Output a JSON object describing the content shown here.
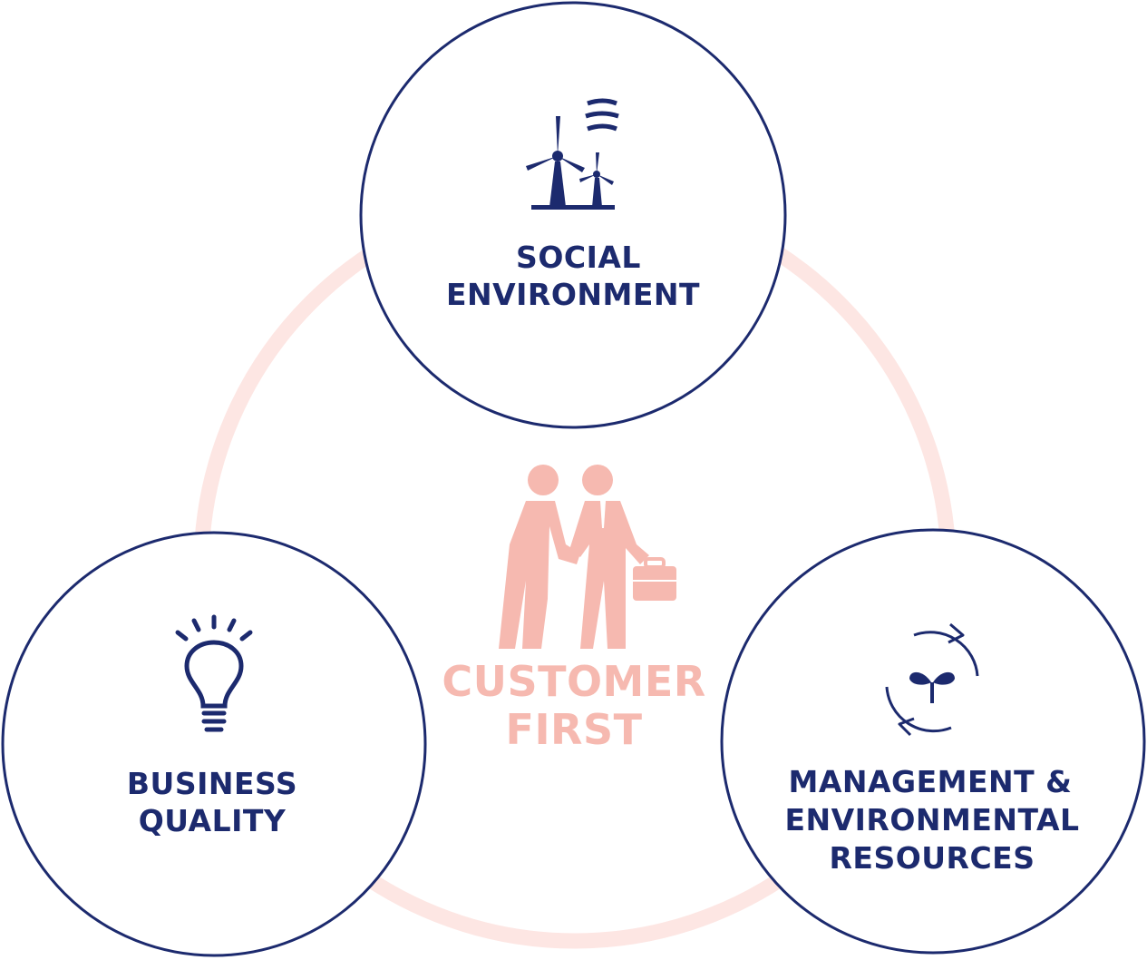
{
  "center": {
    "line1": "CUSTOMER",
    "line2": "FIRST",
    "icon": "handshake-people-icon"
  },
  "nodes": {
    "social": {
      "line1": "SOCIAL",
      "line2": "ENVIRONMENT",
      "icon": "wind-turbine-icon"
    },
    "business": {
      "line1": "BUSINESS",
      "line2": "QUALITY",
      "icon": "lightbulb-icon"
    },
    "management": {
      "line1": "MANAGEMENT &",
      "line2": "ENVIRONMENTAL",
      "line3": "RESOURCES",
      "icon": "recycle-sprout-icon"
    }
  },
  "colors": {
    "navy": "#1c2a6e",
    "salmon": "#f6b9b0",
    "ring": "#fde6e3"
  }
}
